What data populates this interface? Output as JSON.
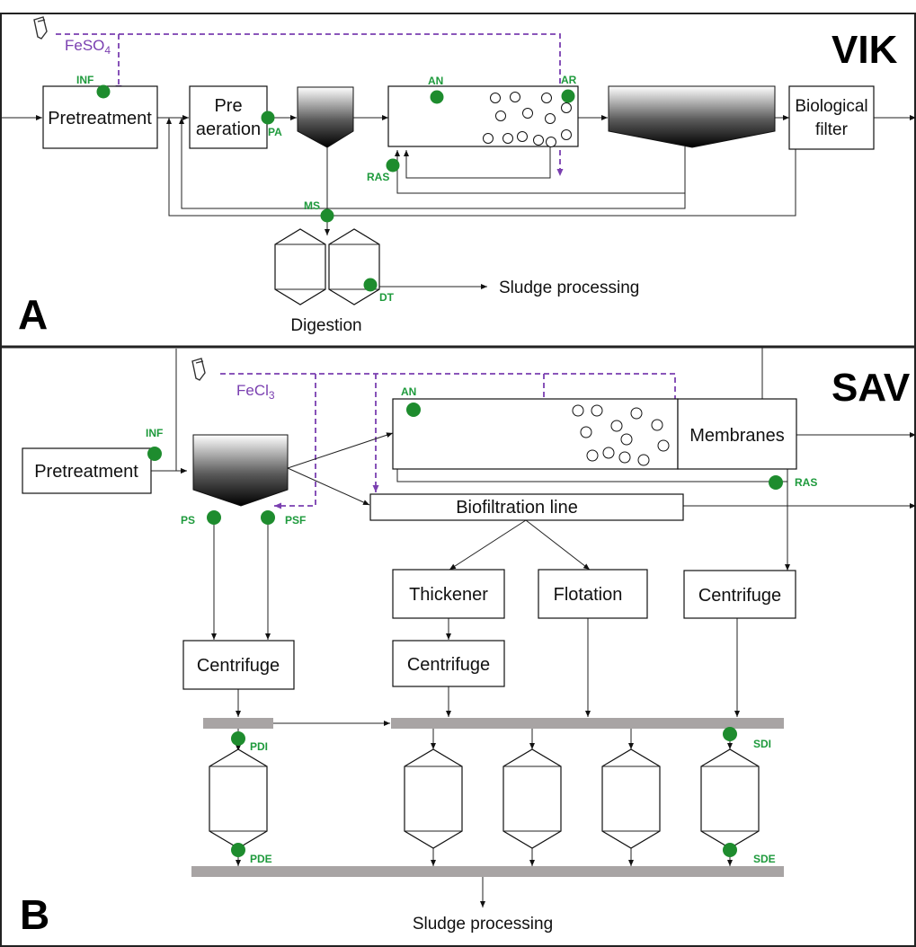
{
  "panelA": {
    "title": "VIK",
    "letter": "A",
    "chemical": "FeSO",
    "chemical_sub": "4",
    "boxes": {
      "pretreatment": "Pretreatment",
      "preaeration_1": "Pre",
      "preaeration_2": "aeration",
      "biofilter_1": "Biological",
      "biofilter_2": "filter",
      "digestion": "Digestion",
      "sludge": "Sludge processing"
    },
    "points": [
      "INF",
      "PA",
      "AN",
      "AR",
      "RAS",
      "MS",
      "DT"
    ]
  },
  "panelB": {
    "title": "SAV",
    "letter": "B",
    "chemical": "FeCl",
    "chemical_sub": "3",
    "boxes": {
      "pretreatment": "Pretreatment",
      "membranes": "Membranes",
      "biofiltration": "Biofiltration line",
      "thickener": "Thickener",
      "flotation": "Flotation",
      "centrifuge_right": "Centrifuge",
      "centrifuge_left": "Centrifuge",
      "centrifuge_mid": "Centrifuge",
      "sludge": "Sludge processing"
    },
    "points": [
      "INF",
      "AN",
      "RAS",
      "PS",
      "PSF",
      "PDI",
      "PDE",
      "SDI",
      "SDE"
    ]
  },
  "colors": {
    "sample_point": "#1e8c2e",
    "dosing": "#7a3fb0",
    "sludge_bar": "#a8a4a4"
  },
  "icons": [
    "dosing-pump-icon"
  ]
}
